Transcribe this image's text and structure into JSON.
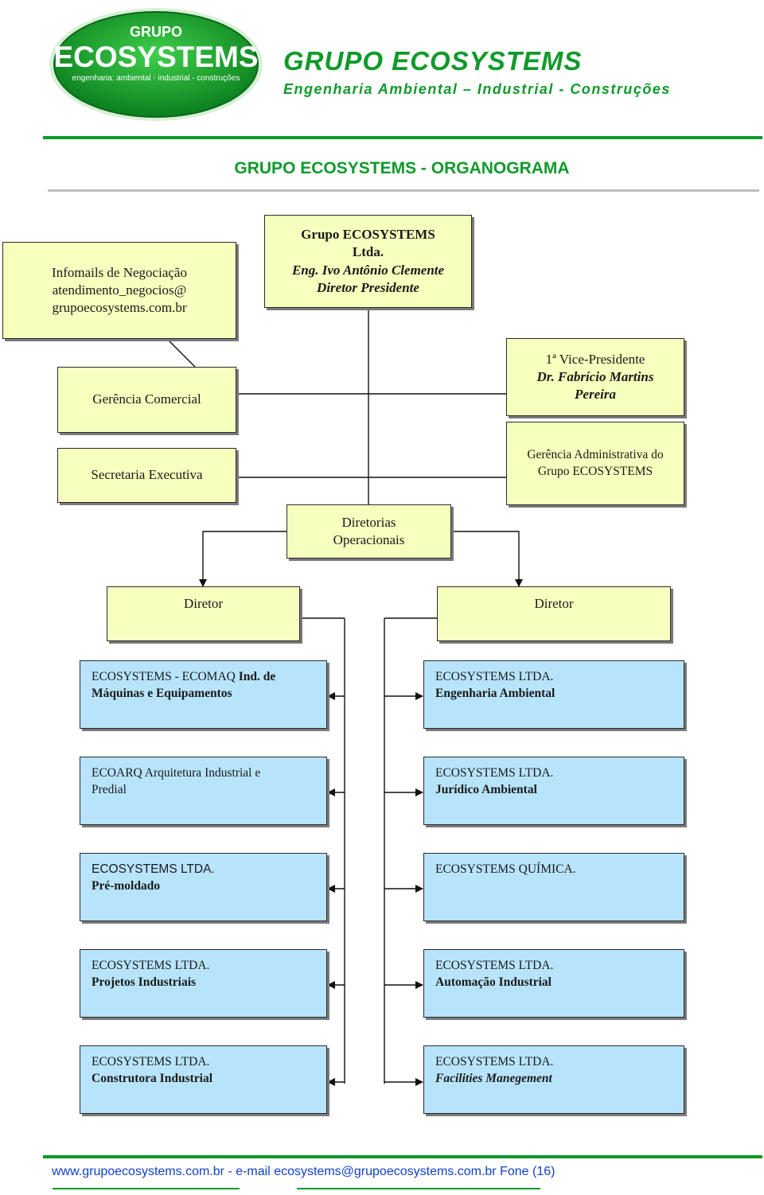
{
  "header": {
    "logo": {
      "top": "GRUPO",
      "main": "ECOSYSTEMS",
      "tagline": "engenharia: ambiental - industrial - construções",
      "color": "#0f9a2a"
    },
    "title": "GRUPO ECOSYSTEMS",
    "subtitle": "Engenharia Ambiental – Industrial - Construções"
  },
  "page_title": "GRUPO ECOSYSTEMS - ORGANOGRAMA",
  "boxes": {
    "president": {
      "l1": "Grupo ECOSYSTEMS",
      "l2": "Ltda.",
      "l3": "Eng. Ivo Antônio Clemente",
      "l4": "Diretor Presidente"
    },
    "infomails": {
      "l1": "Infomails de Negociação",
      "l2": "atendimento_negocios@",
      "l3": "grupoecosystems.com.br"
    },
    "comercial": "Gerência Comercial",
    "vice": {
      "l1": "1ª Vice-Presidente",
      "l2": "Dr. Fabrício Martins",
      "l3": "Pereira"
    },
    "secretaria": "Secretaria Executiva",
    "administrativa": {
      "l1": "Gerência Administrativa do",
      "l2": "Grupo ECOSYSTEMS"
    },
    "diretorias": {
      "l1": "Diretorias",
      "l2": "Operacionais"
    },
    "diretor_left": "Diretor",
    "diretor_right": "Diretor"
  },
  "companies_left": [
    {
      "a": "ECOSYSTEMS - ECOMAQ ",
      "b": "Ind. de",
      "c": "Máquinas e Equipamentos"
    },
    {
      "a": "ECOARQ Arquitetura Industrial e",
      "c": "Predial"
    },
    {
      "a": "ECOSYSTEMS LTDA.",
      "c": "Pré-moldado"
    },
    {
      "a": "ECOSYSTEMS  LTDA.",
      "c": "Projetos Industriais"
    },
    {
      "a": "ECOSYSTEMS  LTDA.",
      "c": "Construtora Industrial"
    }
  ],
  "companies_right": [
    {
      "a": "ECOSYSTEMS LTDA.",
      "c": "Engenharia Ambiental"
    },
    {
      "a": "ECOSYSTEMS LTDA.",
      "c": "Jurídico Ambiental"
    },
    {
      "a": "ECOSYSTEMS QUÍMICA.",
      "c": ""
    },
    {
      "a": "ECOSYSTEMS  LTDA.",
      "c": "Automação Industrial"
    },
    {
      "a": "ECOSYSTEMS  LTDA.",
      "c": "Facilities Manegement"
    }
  ],
  "colors": {
    "green": "#0f9a2a",
    "yellow_box": "#f6ffbd",
    "blue_box": "#b8e4fb",
    "footer_link": "#1040c8"
  },
  "footer": "www.grupoecosystems.com.br -  e-mail ecosystems@grupoecosystems.com.br  Fone (16)"
}
